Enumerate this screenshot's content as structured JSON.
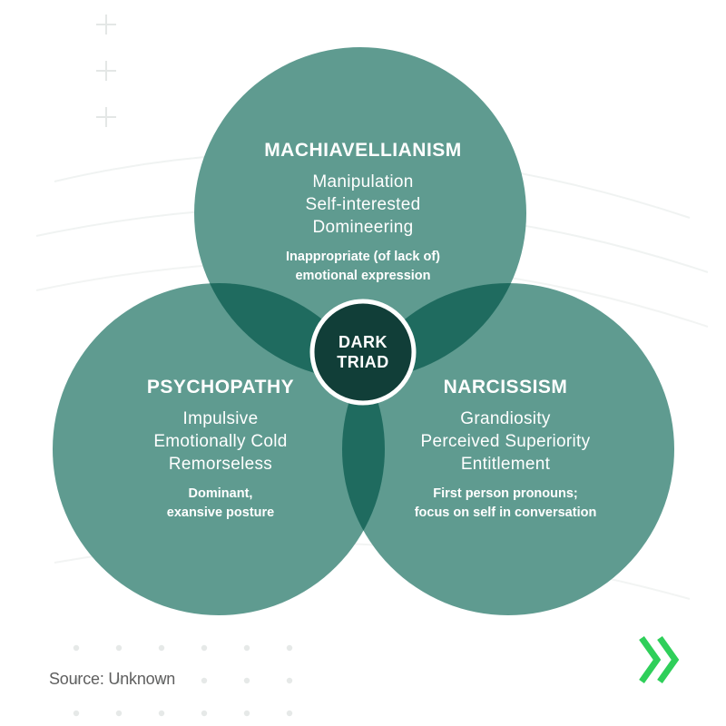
{
  "diagram": {
    "machiavellianism": {
      "title": "MACHIAVELLIANISM",
      "traits": [
        "Manipulation",
        "Self-interested",
        "Domineering"
      ],
      "note": [
        "Inappropriate (of lack of)",
        "emotional expression"
      ]
    },
    "psychopathy": {
      "title": "PSYCHOPATHY",
      "traits": [
        "Impulsive",
        "Emotionally Cold",
        "Remorseless"
      ],
      "note": [
        "Dominant,",
        "exansive posture"
      ]
    },
    "narcissism": {
      "title": "NARCISSISM",
      "traits": [
        "Grandiosity",
        "Perceived Superiority",
        "Entitlement"
      ],
      "note": [
        "First person pronouns;",
        "focus on self in conversation"
      ]
    },
    "center": [
      "DARK",
      "TRIAD"
    ]
  },
  "source": "Source: Unknown",
  "colors": {
    "circle": "#5f9b90",
    "overlap": "#1f6b5f",
    "center": "#113e38",
    "arrow": "#2fcf5a"
  },
  "icons": [
    "plus-icon",
    "plus-icon",
    "plus-icon",
    "double-chevron-right-icon"
  ]
}
